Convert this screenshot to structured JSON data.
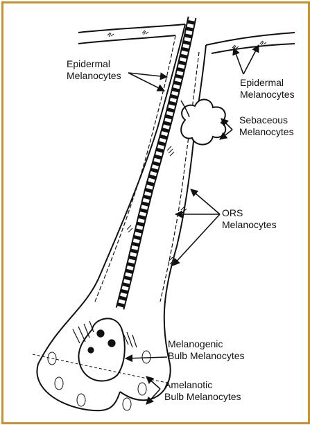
{
  "labels": {
    "epidermal_left": {
      "line1": "Epidermal",
      "line2": "Melanocytes"
    },
    "epidermal_right": {
      "line1": "Epidermal",
      "line2": "Melanocytes"
    },
    "sebaceous": {
      "line1": "Sebaceous",
      "line2": "Melanocytes"
    },
    "ors": {
      "line1": "ORS",
      "line2": "Melanocytes"
    },
    "melanogenic": {
      "line1": "Melanogenic",
      "line2": "Bulb Melanocytes"
    },
    "amelanotic": {
      "line1": "Amelanotic",
      "line2": "Bulb Melanocytes"
    }
  },
  "colors": {
    "frame": "#c8912e",
    "ink": "#111111"
  }
}
